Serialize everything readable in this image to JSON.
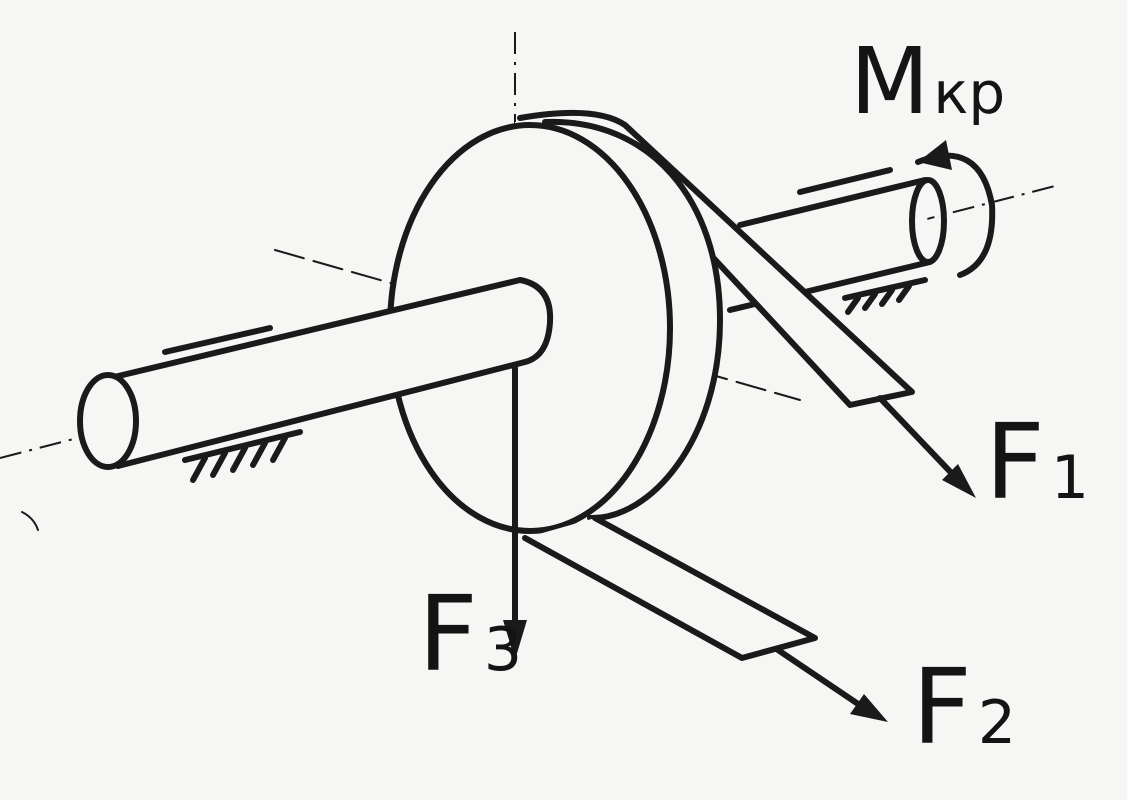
{
  "labels": {
    "torque": {
      "main": "M",
      "sub": "кр"
    },
    "force_1": {
      "main": "F",
      "sub": "1"
    },
    "force_2": {
      "main": "F",
      "sub": "2"
    },
    "force_3": {
      "main": "F",
      "sub": "3"
    }
  }
}
